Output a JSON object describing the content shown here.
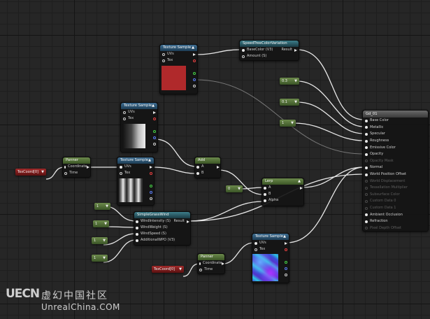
{
  "nodes": {
    "texture_sample_top": {
      "title": "Texture Sample",
      "inputs": [
        "UVs",
        "Tex"
      ],
      "swatch_color": "#b0292b"
    },
    "speedtree": {
      "title": "SpeedTreeColorVariation",
      "inputs": [
        "BaseColor (V3)",
        "Amount (S)"
      ],
      "output": "Result"
    },
    "const_03": {
      "value": "0.3"
    },
    "const_01": {
      "value": "0.1"
    },
    "const_1_right": {
      "value": "1"
    },
    "texture_sample_grad": {
      "title": "Texture Sample",
      "inputs": [
        "UVs",
        "Tex"
      ]
    },
    "texcoord_left": {
      "title": "TexCoord[0]"
    },
    "panner_left": {
      "title": "Panner",
      "inputs": [
        "Coordinate",
        "Time"
      ]
    },
    "texture_sample_stripes": {
      "title": "Texture Sample",
      "inputs": [
        "UVs",
        "Tex"
      ]
    },
    "add_node": {
      "title": "Add",
      "inputs": [
        "A",
        "B"
      ]
    },
    "const_0": {
      "value": "0"
    },
    "lerp_node": {
      "title": "Lerp",
      "inputs": [
        "A",
        "B",
        "Alpha"
      ]
    },
    "material_output": {
      "title": "Gd_01",
      "inputs": [
        {
          "label": "Base Color",
          "active": true
        },
        {
          "label": "Metallic",
          "active": true
        },
        {
          "label": "Specular",
          "active": true
        },
        {
          "label": "Roughness",
          "active": true
        },
        {
          "label": "Emissive Color",
          "active": true
        },
        {
          "label": "Opacity",
          "active": true
        },
        {
          "label": "Opacity Mask",
          "active": false
        },
        {
          "label": "Normal",
          "active": true
        },
        {
          "label": "World Position Offset",
          "active": true
        },
        {
          "label": "World Displacement",
          "active": false
        },
        {
          "label": "Tessellation Multiplier",
          "active": false
        },
        {
          "label": "Subsurface Color",
          "active": false
        },
        {
          "label": "Custom Data 0",
          "active": false
        },
        {
          "label": "Custom Data 1",
          "active": false
        },
        {
          "label": "Ambient Occlusion",
          "active": true
        },
        {
          "label": "Refraction",
          "active": true
        },
        {
          "label": "Pixel Depth Offset",
          "active": false
        }
      ]
    },
    "simple_grass_wind": {
      "title": "SimpleGrassWind",
      "inputs": [
        "WindIntensity (S)",
        "WindWeight (S)",
        "WindSpeed (S)",
        "AdditionalWPO (V3)"
      ],
      "output": "Result"
    },
    "const_1_a": {
      "value": "1"
    },
    "const_1_b": {
      "value": "1"
    },
    "const_1_c": {
      "value": "1"
    },
    "const_1_d": {
      "value": "1"
    },
    "texture_sample_normal": {
      "title": "Texture Sample",
      "inputs": [
        "UVs",
        "Tex"
      ]
    },
    "panner_bottom": {
      "title": "Panner",
      "inputs": [
        "Coordinate",
        "Time"
      ]
    },
    "texcoord_bottom": {
      "title": "TexCoord[0]"
    }
  },
  "watermark": {
    "logo_text": "UECN",
    "cn_text": "虚幻中国社区",
    "site_text": "UnrealChina.COM"
  }
}
